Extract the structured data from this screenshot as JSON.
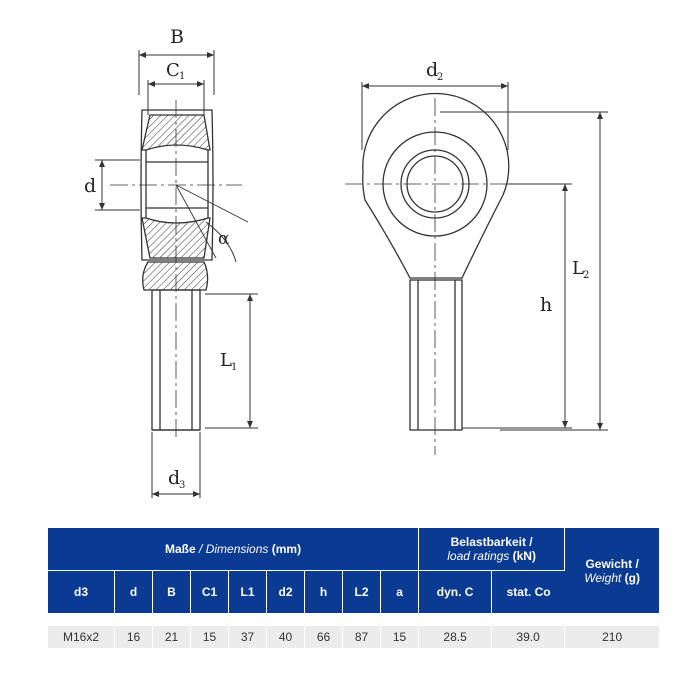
{
  "drawing": {
    "labels": {
      "B": "B",
      "C": "C",
      "C_sub": "1",
      "d": "d",
      "alpha": "α",
      "L": "L",
      "L_sub": "1",
      "d3": "d",
      "d3_sub": "3",
      "d2": "d",
      "d2_sub": "2",
      "h": "h",
      "L2": "L",
      "L2_sub": "2"
    }
  },
  "table": {
    "group_dimensions": {
      "bold": "Maße",
      "sep": " / ",
      "italic": "Dimensions",
      "unit": " (mm)"
    },
    "group_loads": {
      "line1": "Belastbarkeit /",
      "italic": "load ratings",
      "unit": " (kN)"
    },
    "group_weight": {
      "line1": "Gewicht /",
      "italic": "Weight",
      "unit": " (g)"
    },
    "columns": [
      "d3",
      "d",
      "B",
      "C1",
      "L1",
      "d2",
      "h",
      "L2",
      "a",
      "dyn. C",
      "stat. Co"
    ],
    "row": [
      "M16x2",
      "16",
      "21",
      "15",
      "37",
      "40",
      "66",
      "87",
      "15",
      "28.5",
      "39.0",
      "210"
    ]
  }
}
